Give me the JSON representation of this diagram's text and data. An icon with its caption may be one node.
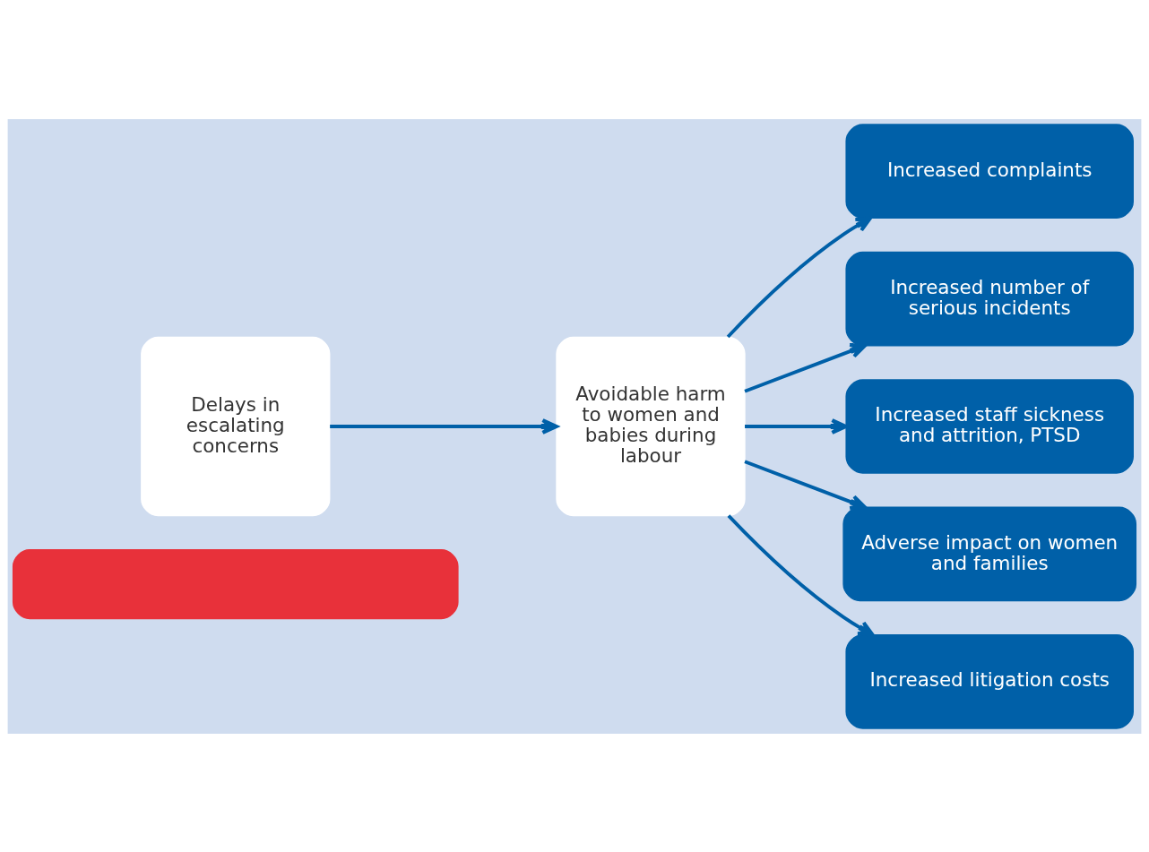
{
  "diagram": {
    "nodes": [
      {
        "text": [],
        "shape": "bar"
      },
      {
        "text": [
          "Delays in escalating concerns"
        ]
      },
      {
        "text": [
          "Avoidable harm to women and babies during labour"
        ]
      },
      {
        "text": [
          "Increased complaints"
        ]
      },
      {
        "text": [
          "Increased number of serious incidents"
        ]
      },
      {
        "text": [
          "Increased staff sickness and attrition, PTSD"
        ]
      },
      {
        "text": [
          "Adverse impact on women and families"
        ]
      },
      {
        "text": [
          "Increased litigation costs"
        ]
      }
    ],
    "edges": [
      {
        "from": 1,
        "to": 2,
        "arrow": "to"
      },
      {
        "from": 2,
        "to": 3,
        "arrow": "to"
      },
      {
        "from": 2,
        "to": 4,
        "arrow": "to"
      },
      {
        "from": 2,
        "to": 5,
        "arrow": "to"
      },
      {
        "from": 2,
        "to": 6,
        "arrow": "to"
      },
      {
        "from": 2,
        "to": 7,
        "arrow": "to"
      }
    ]
  }
}
